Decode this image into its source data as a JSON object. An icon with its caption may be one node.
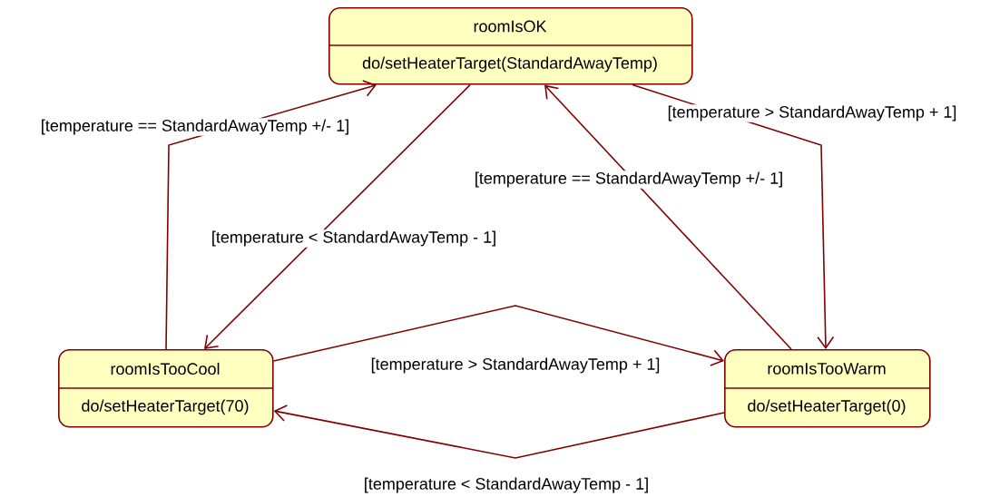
{
  "diagram": {
    "nodes": [
      {
        "text": [
          "roomIsOK",
          "do/setHeaterTarget(StandardAwayTemp)"
        ]
      },
      {
        "text": [
          "roomIsTooCool",
          "do/setHeaterTarget(70)"
        ]
      },
      {
        "text": [
          "roomIsTooWarm",
          "do/setHeaterTarget(0)"
        ]
      }
    ],
    "edges": [
      {
        "from": 1,
        "to": 0,
        "arrow": "to",
        "label": "[temperature == StandardAwayTemp +/- 1]"
      },
      {
        "from": 0,
        "to": 1,
        "arrow": "to",
        "label": "[temperature < StandardAwayTemp - 1]"
      },
      {
        "from": 0,
        "to": 2,
        "arrow": "to",
        "label": "[temperature > StandardAwayTemp + 1]"
      },
      {
        "from": 2,
        "to": 0,
        "arrow": "to",
        "label": "[temperature == StandardAwayTemp +/- 1]"
      },
      {
        "from": 1,
        "to": 2,
        "arrow": "to",
        "label": "[temperature > StandardAwayTemp + 1]"
      },
      {
        "from": 2,
        "to": 1,
        "arrow": "to",
        "label": "[temperature < StandardAwayTemp - 1]"
      }
    ]
  }
}
